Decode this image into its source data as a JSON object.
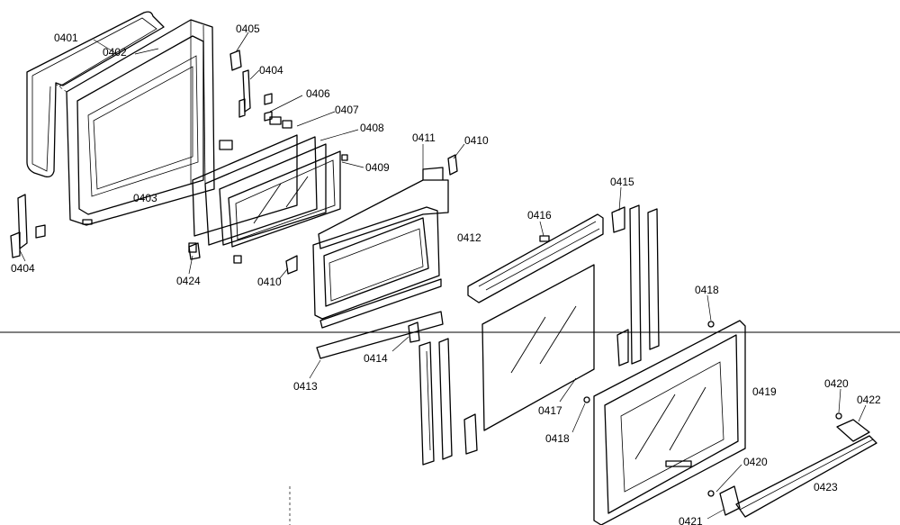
{
  "callouts": [
    {
      "id": "c0401",
      "text": "0401"
    },
    {
      "id": "c0402",
      "text": "0402"
    },
    {
      "id": "c0403",
      "text": "0403"
    },
    {
      "id": "c0404a",
      "text": "0404"
    },
    {
      "id": "c0404b",
      "text": "0404"
    },
    {
      "id": "c0405",
      "text": "0405"
    },
    {
      "id": "c0406",
      "text": "0406"
    },
    {
      "id": "c0407",
      "text": "0407"
    },
    {
      "id": "c0408",
      "text": "0408"
    },
    {
      "id": "c0409",
      "text": "0409"
    },
    {
      "id": "c0410a",
      "text": "0410"
    },
    {
      "id": "c0410b",
      "text": "0410"
    },
    {
      "id": "c0411",
      "text": "0411"
    },
    {
      "id": "c0412",
      "text": "0412"
    },
    {
      "id": "c0413",
      "text": "0413"
    },
    {
      "id": "c0414",
      "text": "0414"
    },
    {
      "id": "c0415",
      "text": "0415"
    },
    {
      "id": "c0416",
      "text": "0416"
    },
    {
      "id": "c0417",
      "text": "0417"
    },
    {
      "id": "c0418a",
      "text": "0418"
    },
    {
      "id": "c0418b",
      "text": "0418"
    },
    {
      "id": "c0419",
      "text": "0419"
    },
    {
      "id": "c0420a",
      "text": "0420"
    },
    {
      "id": "c0420b",
      "text": "0420"
    },
    {
      "id": "c0421",
      "text": "0421"
    },
    {
      "id": "c0422",
      "text": "0422"
    },
    {
      "id": "c0423",
      "text": "0423"
    },
    {
      "id": "c0424",
      "text": "0424"
    }
  ]
}
